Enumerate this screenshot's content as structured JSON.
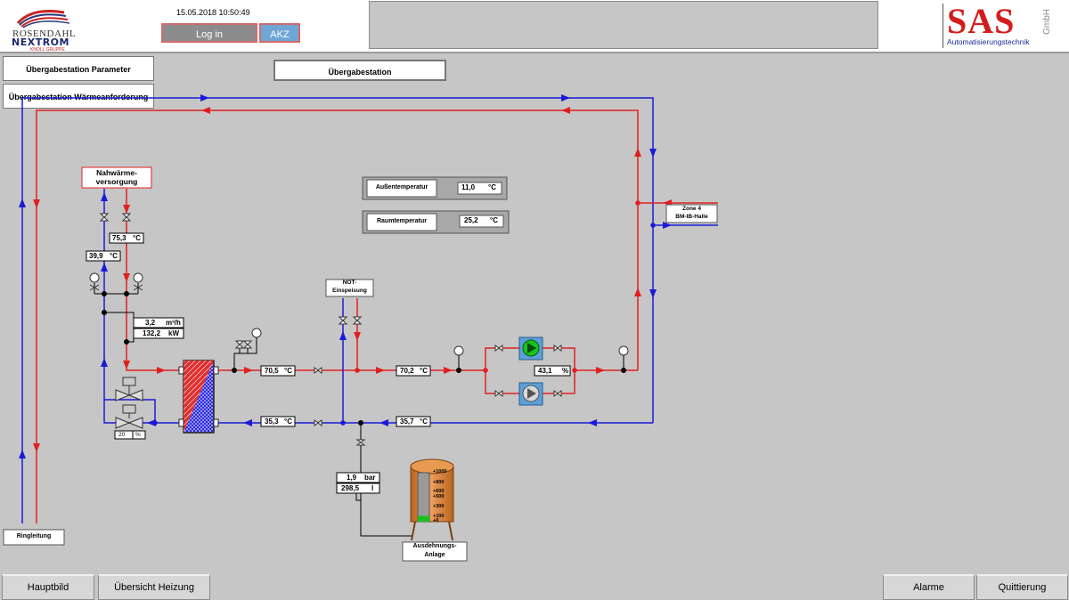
{
  "header": {
    "datetime": "15.05.2018 10:50:49",
    "login_label": "Log in",
    "akz_label": "AKZ",
    "logo_left": {
      "line1": "ROSENDAHL",
      "line2": "NEXTROM",
      "line3": "KNOLL GRUPPE"
    },
    "logo_right": {
      "brand": "SAS",
      "suffix": "GmbH",
      "tagline": "Automatisierungstechnik"
    }
  },
  "nav": {
    "parameter_label": "Übergabestation Parameter",
    "waerme_label": "Übergabestation Wärmeanforderung",
    "title": "Übergabestation"
  },
  "labels": {
    "nahwaerme_1": "Nahwärme-",
    "nahwaerme_2": "versorgung",
    "not_1": "NOT-",
    "not_2": "Einspeisung",
    "zone_1": "Zone 4",
    "zone_2": "BM-IB-Halle",
    "ringleitung": "Ringleitung",
    "ausdehnung_1": "Ausdehnungs-",
    "ausdehnung_2": "Anlage"
  },
  "temps": {
    "aussen_label": "Außentemperatur",
    "aussen_value": "11,0",
    "raum_label": "Raumtemperatur",
    "raum_value": "25,2",
    "unit_c": "°C"
  },
  "values": {
    "supply_in": "75,3",
    "return_out": "39,9",
    "flow": "3,2",
    "flow_unit": "m³/h",
    "power": "132,2",
    "power_unit": "kW",
    "valve_pos": "20",
    "valve_unit": "%",
    "sec_supply_hx": "70,5",
    "sec_supply_main": "70,2",
    "pump_speed": "43,1",
    "pump_unit": "%",
    "sec_return_hx": "35,3",
    "sec_return_main": "35,7",
    "pressure": "1,9",
    "pressure_unit": "bar",
    "volume": "298,5",
    "volume_unit": "l"
  },
  "tank_scale": [
    "+1000",
    "+800",
    "+600",
    "+500",
    "+300",
    "+100",
    "+0"
  ],
  "tank_fill_fraction": 0.12,
  "footer": {
    "hauptbild": "Hauptbild",
    "heizung": "Übersicht Heizung",
    "alarme": "Alarme",
    "quittierung": "Quittierung"
  },
  "colors": {
    "supply": "#e02020",
    "return": "#1a1ad8",
    "pump": "#19c21f",
    "tank": "#e08a3c"
  }
}
